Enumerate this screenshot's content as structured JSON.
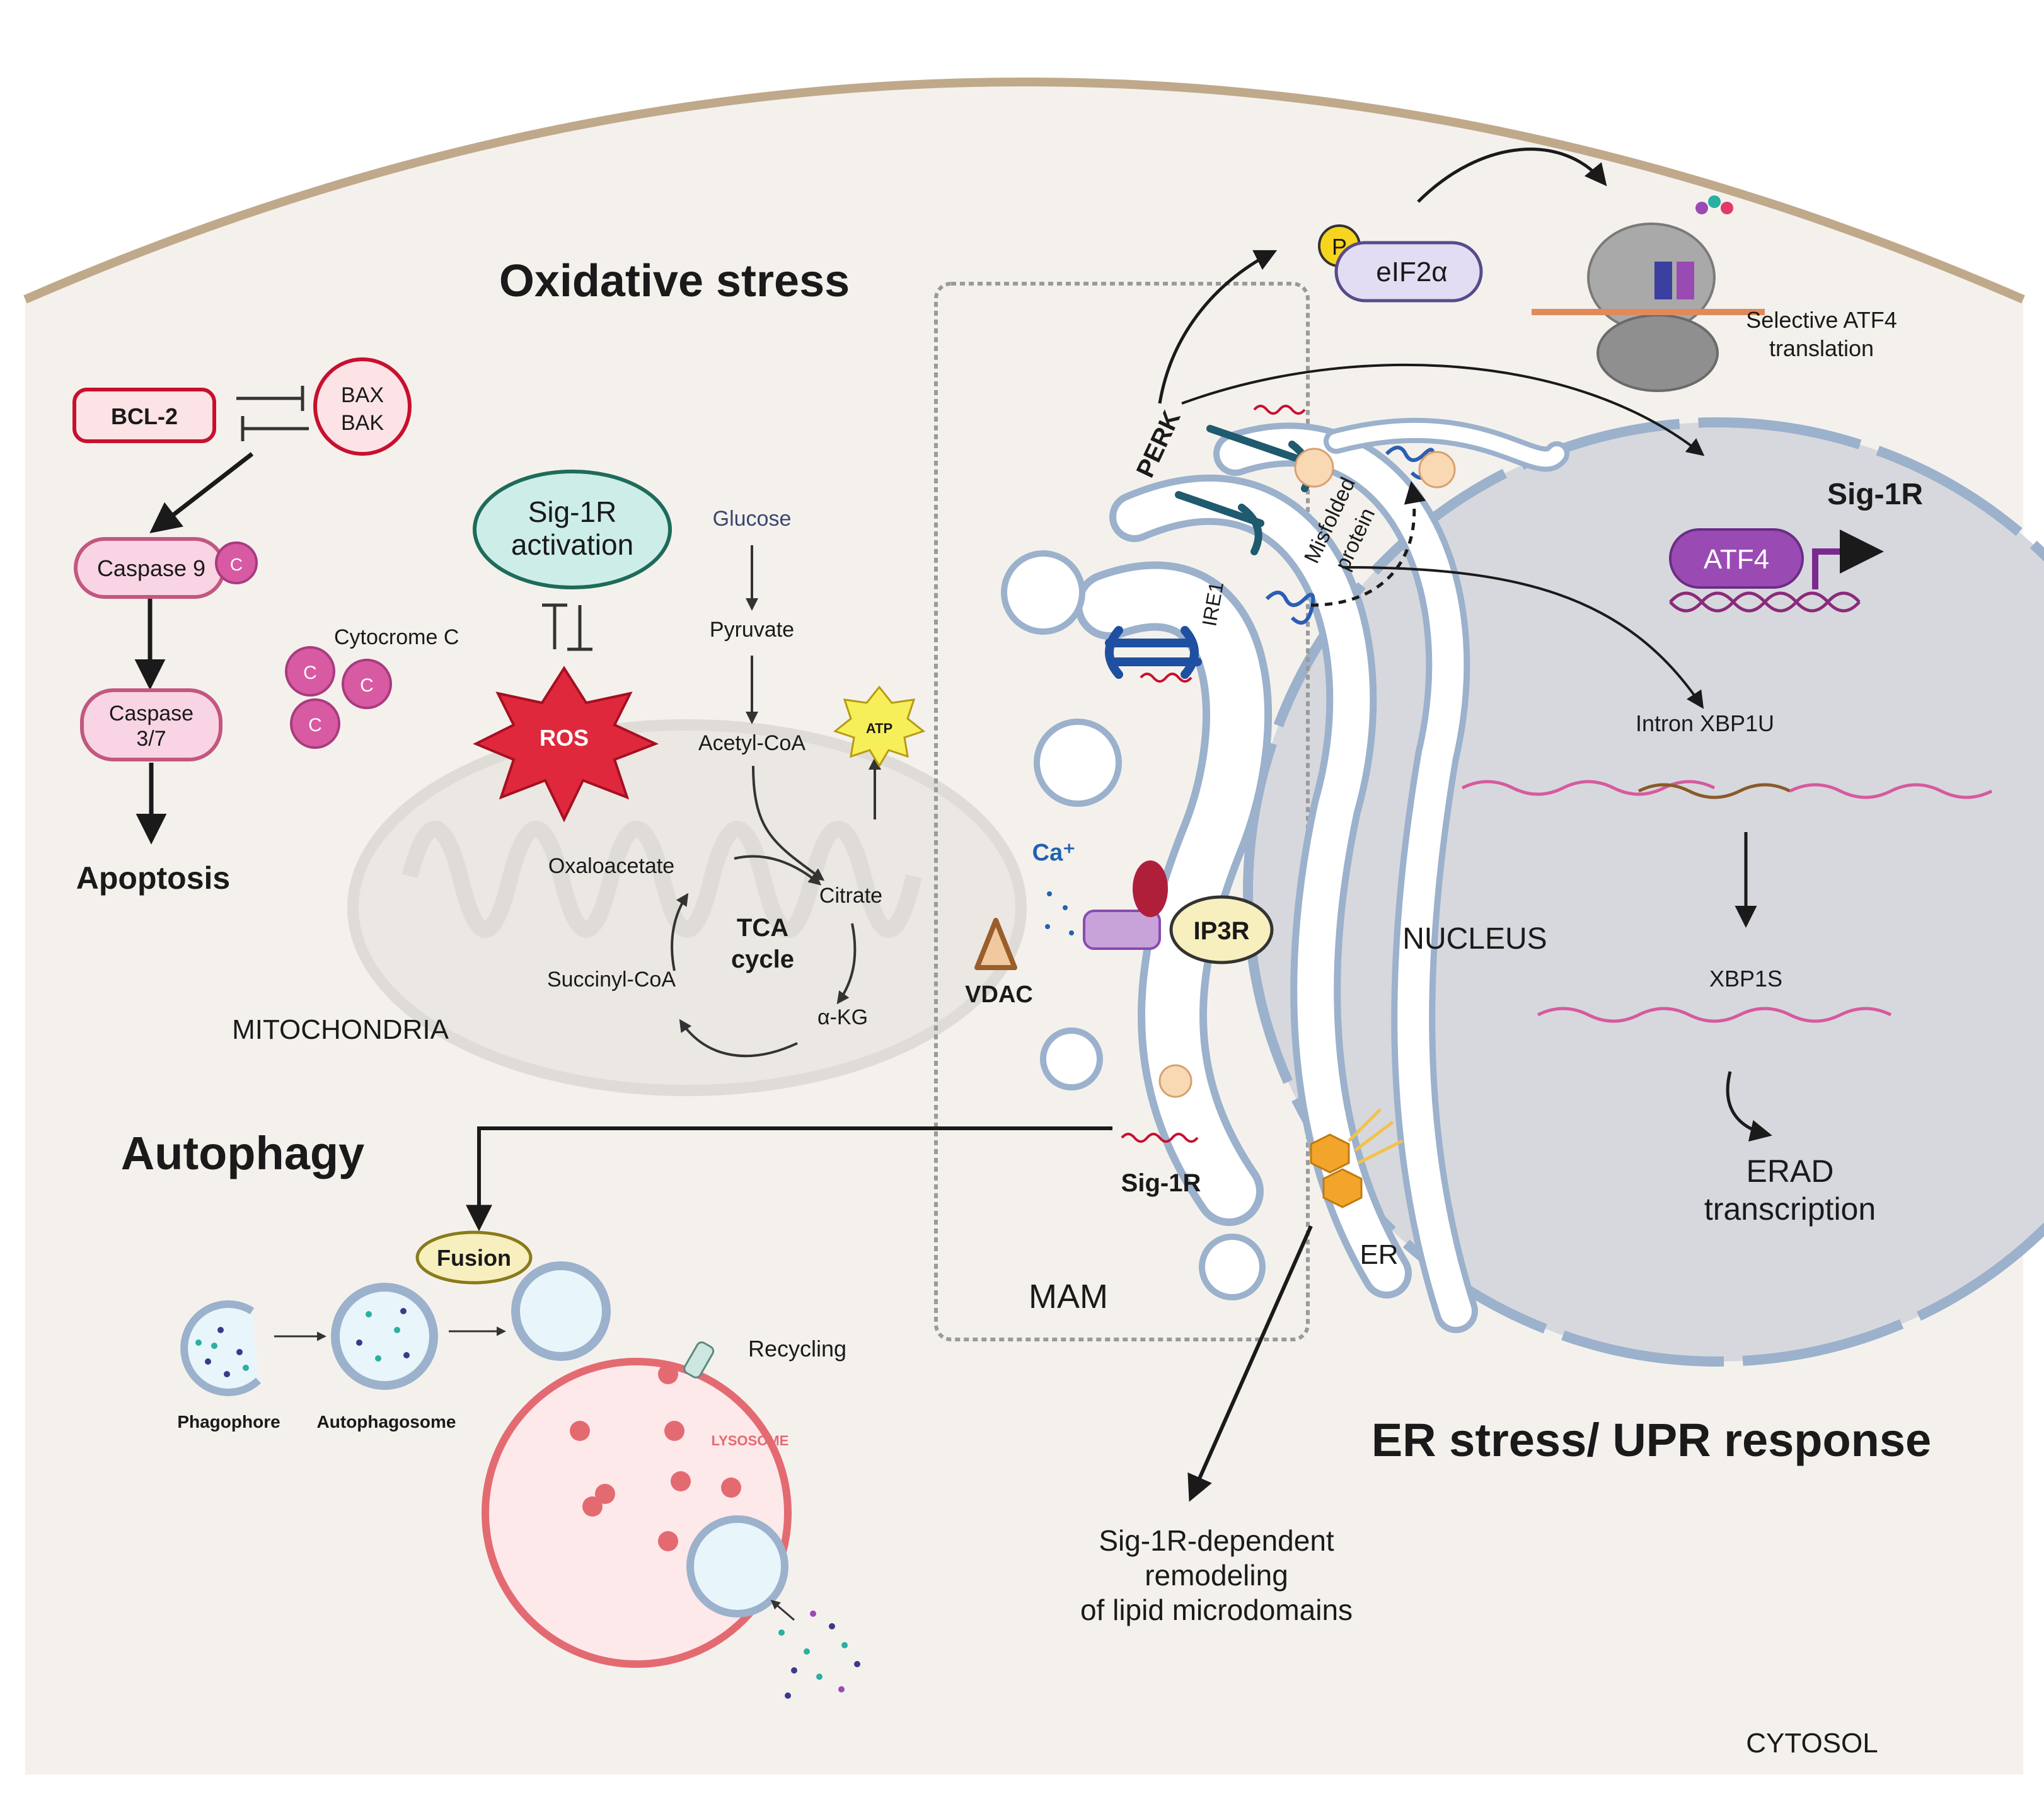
{
  "sections": {
    "oxidative_stress": "Oxidative stress",
    "autophagy": "Autophagy",
    "er_stress": "ER stress/ UPR response"
  },
  "compartments": {
    "mitochondria": "MITOCHONDRIA",
    "nucleus": "NUCLEUS",
    "mam": "MAM",
    "er": "ER",
    "cytosol": "CYTOSOL"
  },
  "apoptosis": {
    "bcl2": "BCL-2",
    "bax": "BAX",
    "bak": "BAK",
    "caspase9": "Caspase 9",
    "caspase37_line1": "Caspase",
    "caspase37_line2": "3/7",
    "apoptosis": "Apoptosis",
    "c_badge": "C",
    "cytochrome": "Cytocrome C"
  },
  "ros": {
    "sig1r_line1": "Sig-1R",
    "sig1r_line2": "activation",
    "ros": "ROS"
  },
  "metabolism": {
    "glucose": "Glucose",
    "pyruvate": "Pyruvate",
    "acetyl_coa": "Acetyl-CoA",
    "atp": "ATP",
    "oxaloacetate": "Oxaloacetate",
    "citrate": "Citrate",
    "tca_line1": "TCA",
    "tca_line2": "cycle",
    "succinyl_coa": "Succinyl-CoA",
    "akg": "α-KG"
  },
  "er_labels": {
    "perk": "PERK",
    "ire1": "IRE1",
    "misfolded_line1": "Misfolded",
    "misfolded_line2": "protein",
    "ca": "Ca⁺",
    "ip3r": "IP3R",
    "vdac": "VDAC",
    "sig1r_er": "Sig-1R"
  },
  "translation": {
    "p": "P",
    "eif2a": "eIF2α",
    "selective_line1": "Selective ATF4",
    "selective_line2": "translation"
  },
  "nucleus_labels": {
    "sig1r": "Sig-1R",
    "atf4": "ATF4",
    "intron": "Intron XBP1U",
    "xbp1s": "XBP1S",
    "erad_line1": "ERAD",
    "erad_line2": "transcription"
  },
  "autophagy_labels": {
    "fusion": "Fusion",
    "phagophore": "Phagophore",
    "autophagosome": "Autophagosome",
    "recycling": "Recycling",
    "lysosome": "LYSOSOME"
  },
  "lipid": {
    "line1": "Sig-1R-dependent",
    "line2": "remodeling",
    "line3": "of lipid microdomains"
  },
  "colors": {
    "cytoplasm": "#f4f1ed",
    "membrane": "#bfa98a",
    "nucleus": "#d7d8dd",
    "er_fill": "#ffffff",
    "er_stroke": "#9bb1cc",
    "pink_fill": "#f9d4e4",
    "pink_stroke": "#c2577f",
    "red_box": "#c8102e",
    "mint": "#cdeee8",
    "ros_red": "#e0283c",
    "atp_yellow": "#f7ef5a",
    "purple": "#8a4bb0",
    "lysosome_stroke": "#e46a72",
    "lysosome_fill": "#fde8ea",
    "fusion_fill": "#f7efbe"
  }
}
